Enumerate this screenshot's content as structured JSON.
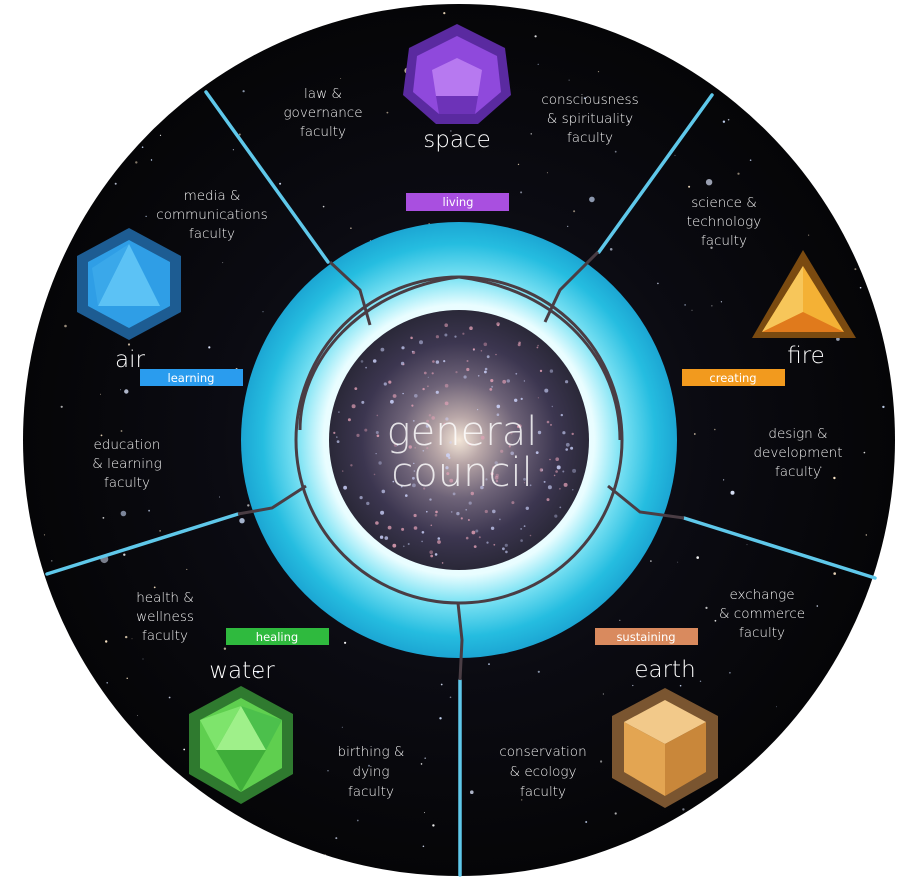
{
  "center": {
    "line1": "general",
    "line2": "council"
  },
  "elements": {
    "space": {
      "label": "space",
      "color": "#8a3fd6",
      "icon": "dodecahedron-icon"
    },
    "fire": {
      "label": "fire",
      "color": "#f0a030",
      "icon": "tetrahedron-icon"
    },
    "earth": {
      "label": "earth",
      "color": "#d89a4a",
      "icon": "cube-icon"
    },
    "water": {
      "label": "water",
      "color": "#4cc04c",
      "icon": "icosahedron-icon"
    },
    "air": {
      "label": "air",
      "color": "#2f9ee6",
      "icon": "octahedron-icon"
    }
  },
  "tags": {
    "living": {
      "label": "living",
      "color": "#a94fe0"
    },
    "creating": {
      "label": "creating",
      "color": "#f29a1e"
    },
    "sustaining": {
      "label": "sustaining",
      "color": "#d98a5e"
    },
    "healing": {
      "label": "healing",
      "color": "#2fba3e"
    },
    "learning": {
      "label": "learning",
      "color": "#2a9cee"
    }
  },
  "faculties": {
    "law": {
      "lines": [
        "law &",
        "governance",
        "faculty"
      ]
    },
    "consciousness": {
      "lines": [
        "consciousness",
        "& spirituality",
        "faculty"
      ]
    },
    "science": {
      "lines": [
        "science &",
        "technology",
        "faculty"
      ]
    },
    "design": {
      "lines": [
        "design &",
        "development",
        "faculty"
      ]
    },
    "exchange": {
      "lines": [
        "exchange",
        "& commerce",
        "faculty"
      ]
    },
    "conservation": {
      "lines": [
        "conservation",
        "& ecology",
        "faculty"
      ]
    },
    "birthing": {
      "lines": [
        "birthing &",
        "dying",
        "faculty"
      ]
    },
    "health": {
      "lines": [
        "health &",
        "wellness",
        "faculty"
      ]
    },
    "education": {
      "lines": [
        "education",
        "& learning",
        "faculty"
      ]
    },
    "media": {
      "lines": [
        "media &",
        "communications",
        "faculty"
      ]
    }
  },
  "colors": {
    "ring": "#1fb6dc",
    "ring_glow": "#bff4ff",
    "divider": "#2a7fd0",
    "space_bg": "#07070b"
  }
}
